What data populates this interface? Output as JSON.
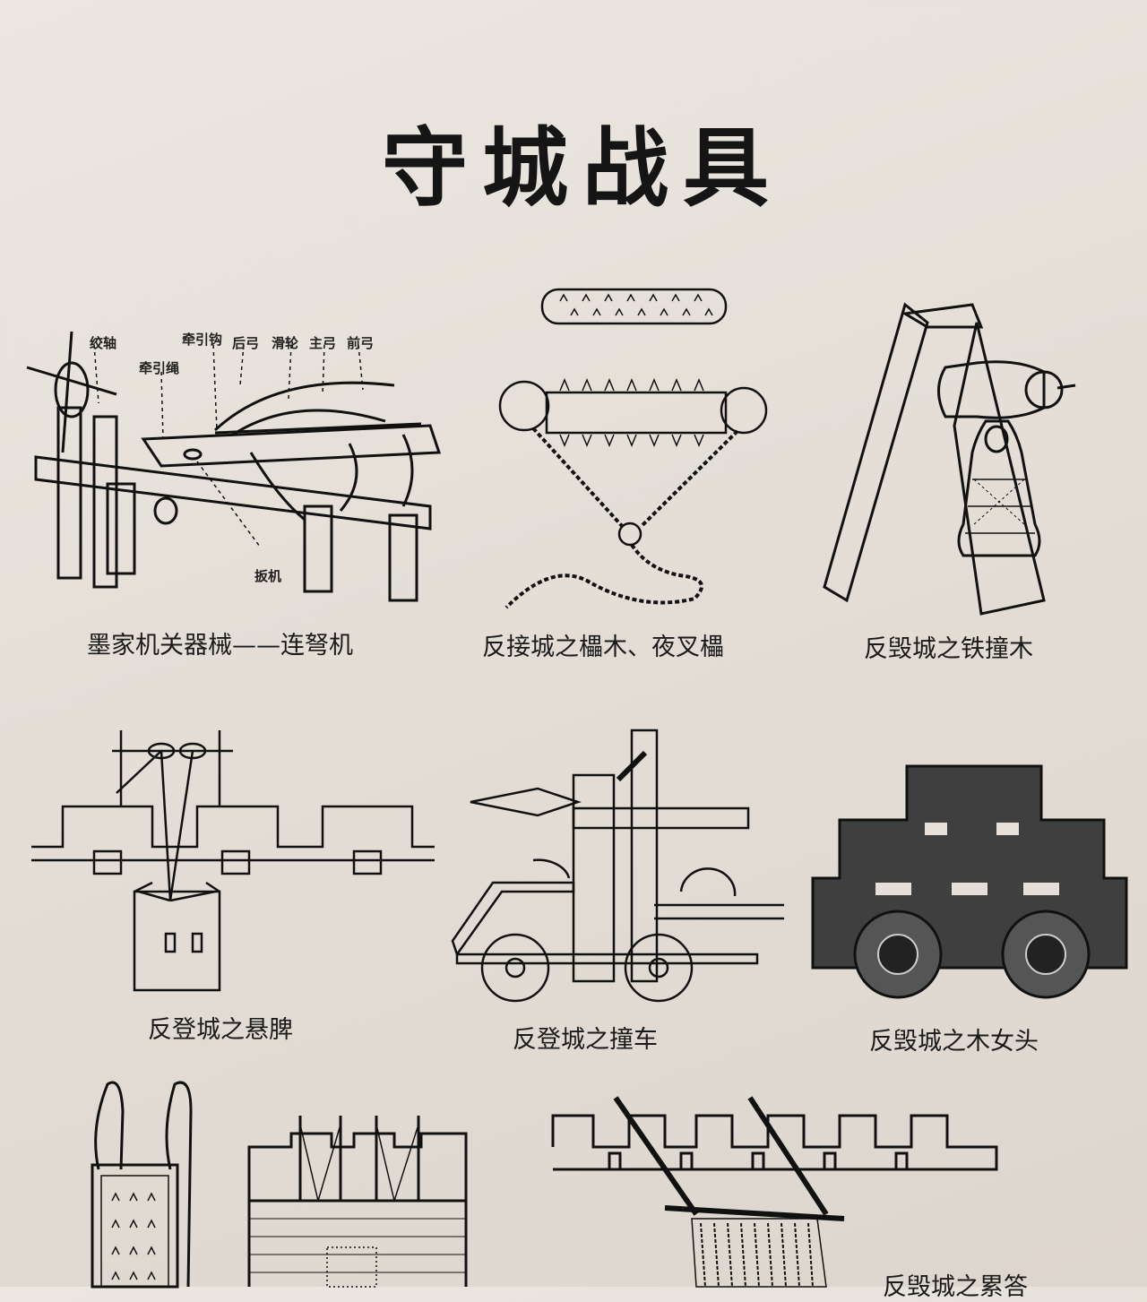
{
  "title": "守城战具",
  "figures": [
    {
      "caption": "墨家机关器械——连弩机",
      "labels": [
        "绞轴",
        "牵引绳",
        "牵引钩",
        "后弓",
        "滑轮",
        "主弓",
        "前弓",
        "扳机"
      ]
    },
    {
      "caption": "反接城之櫑木、夜叉櫑"
    },
    {
      "caption": "反毁城之铁撞木"
    },
    {
      "caption": "反登城之悬脾"
    },
    {
      "caption": "反登城之撞车"
    },
    {
      "caption": "反毁城之木女头"
    },
    {
      "caption": ""
    },
    {
      "caption": "反毁城之累答"
    }
  ]
}
